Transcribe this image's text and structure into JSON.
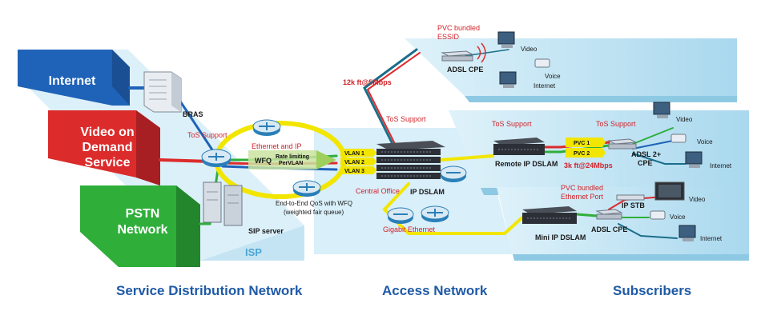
{
  "services": {
    "internet": "Internet",
    "video_line1": "Video on",
    "video_line2": "Demand",
    "video_line3": "Service",
    "pstn_line1": "PSTN",
    "pstn_line2": "Network"
  },
  "isp": {
    "bras": "BRAS",
    "tos_support": "ToS Support",
    "ethernet_and_ip": "Ethernet and IP",
    "wfq": "WFQ",
    "rate_limiting_line1": "Rate limiting",
    "rate_limiting_line2": "PerVLAN",
    "qos_line1": "End-to-End QoS with WFQ",
    "qos_line2": "(weighted fair queue)",
    "sip_server": "SIP server",
    "isp_label": "ISP"
  },
  "access": {
    "rate_12k": "12k ft@5Mbps",
    "tos_support": "ToS Support",
    "central_office": "Central Office",
    "ip_dslam": "IP DSLAM",
    "gigabit_ethernet": "Gigabit Ethernet",
    "vlan_labels": [
      "VLAN 1",
      "VLAN 2",
      "VLAN 3"
    ]
  },
  "subscribers": {
    "pvc_essid_line1": "PVC bundled",
    "pvc_essid_line2": "ESSID",
    "adsl_cpe_top": "ADSL CPE",
    "video": "Video",
    "voice": "Voice",
    "internet": "Internet",
    "tos_support_left": "ToS Support",
    "tos_support_right": "ToS Support",
    "remote_ip_dslam": "Remote IP DSLAM",
    "rate_3k": "3k ft@24Mbps",
    "adsl2_line1": "ADSL 2+",
    "adsl2_line2": "CPE",
    "pvc_labels": [
      "PVC 1",
      "PVC 2"
    ],
    "pvc_eth_line1": "PVC bundled",
    "pvc_eth_line2": "Ethernet Port",
    "ip_stb": "IP STB",
    "mini_ip_dslam": "Mini IP DSLAM",
    "adsl_cpe_bottom": "ADSL CPE"
  },
  "footer": {
    "service_distribution": "Service Distribution Network",
    "access_network": "Access Network",
    "subscribers": "Subscribers"
  },
  "colors": {
    "internet": "#1f63b8",
    "video": "#dc2b2b",
    "pstn": "#2fae3a",
    "platform": "#bfe3f3",
    "qos_ring": "#f2e600",
    "title_blue": "#1f5aa6"
  }
}
